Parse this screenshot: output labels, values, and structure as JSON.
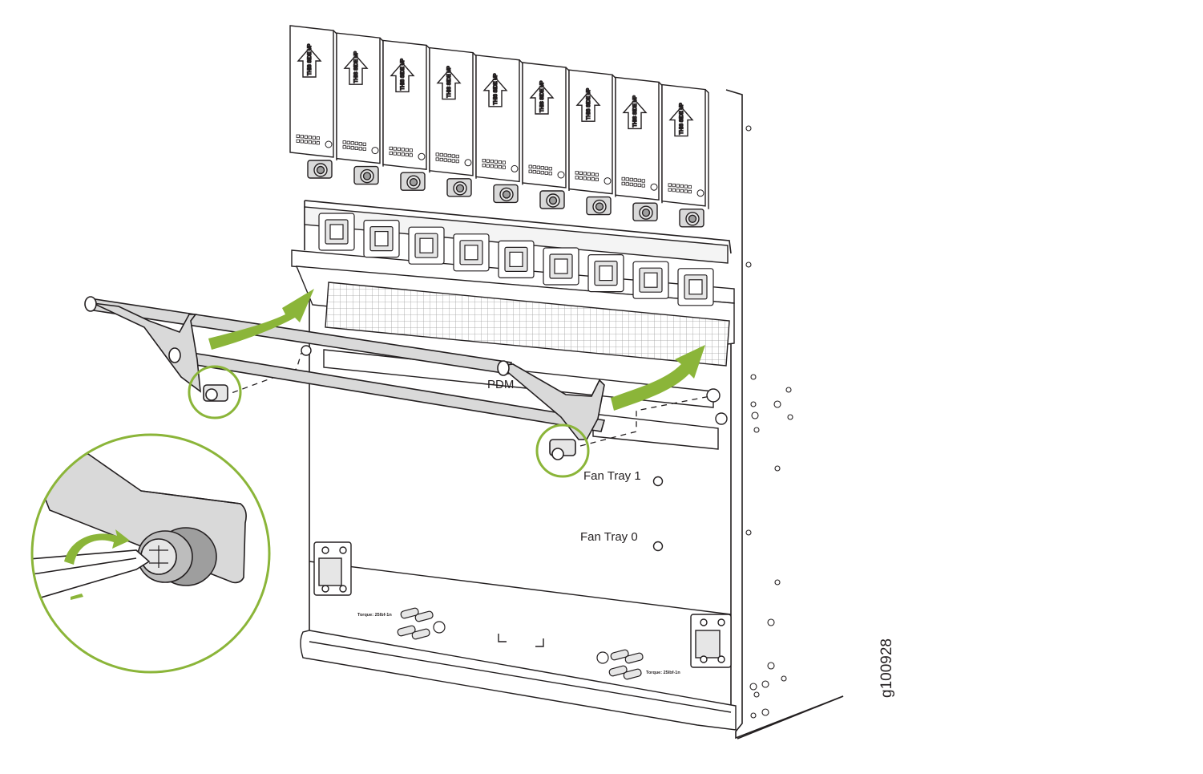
{
  "labels": {
    "pdm": "PDM",
    "fan_tray_1": "Fan Tray 1",
    "fan_tray_0": "Fan Tray 0",
    "torque_left": "Torque: 25lbf-1n",
    "torque_right": "Torque: 25lbf-1n",
    "figure_id": "g100928"
  },
  "psu_label": "THIS SIDE UP",
  "psu_count": 9,
  "colors": {
    "accent": "#8bb539",
    "line": "#231f20",
    "panel": "#ffffff",
    "shade": "#d9d9d9",
    "dark_shade": "#9e9e9e"
  }
}
